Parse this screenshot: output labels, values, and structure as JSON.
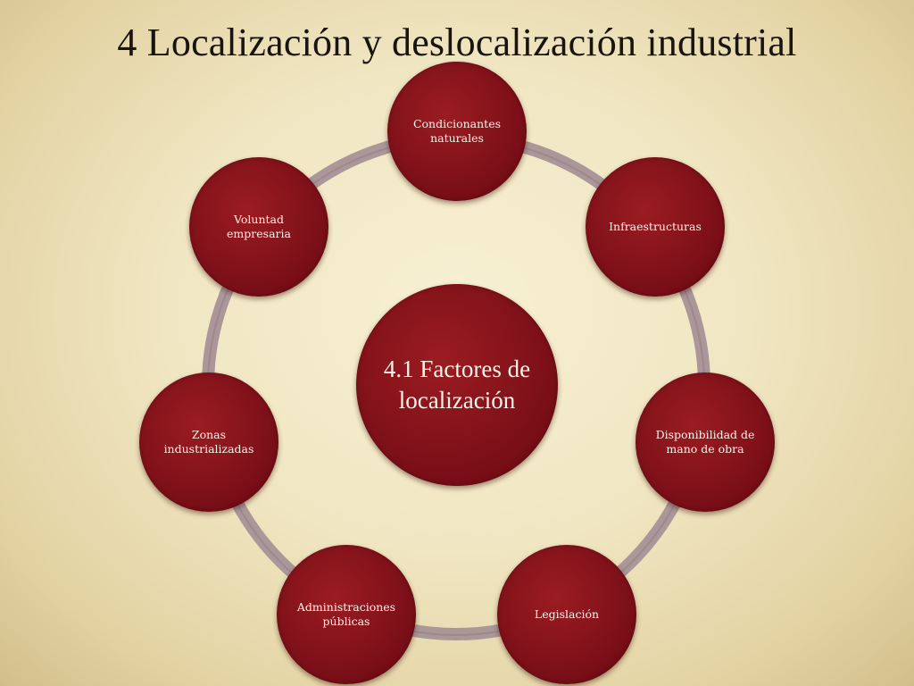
{
  "title": "4 Localización y deslocalización industrial",
  "center": {
    "label": "4.1 Factores de localización"
  },
  "nodes": [
    {
      "label": "Condicionantes naturales"
    },
    {
      "label": "Infraestructuras"
    },
    {
      "label": "Disponibilidad de mano de obra"
    },
    {
      "label": "Legislación"
    },
    {
      "label": "Administraciones públicas"
    },
    {
      "label": "Zonas industrializadas"
    },
    {
      "label": "Voluntad empresaria"
    }
  ],
  "colors": {
    "node_fill": "#80111a",
    "ring": "#a79297",
    "text_light": "#fbf3e8",
    "title_text": "#1a1410"
  }
}
